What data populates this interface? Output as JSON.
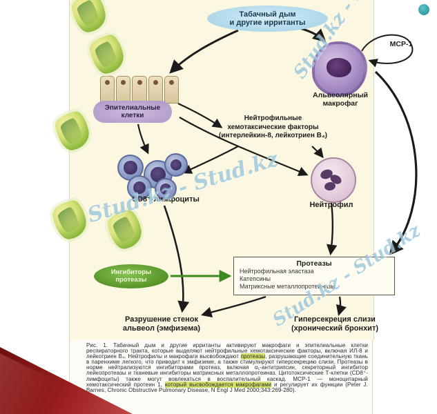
{
  "watermark": {
    "text": "Stud.kz - Stud.kz",
    "color": "#7db4d2"
  },
  "colors": {
    "diagram_background": "#fbf7e1",
    "irritants_blue": "#aed8ea",
    "epithelial_purple": "#b49ecb",
    "inhibitors_green": "#539126",
    "highlight_green": "#d3e06a",
    "ribbon_red": "#9c1f1f"
  },
  "diagram": {
    "irritants": [
      "Табачный дым",
      "и другие ирританты"
    ],
    "mcp1": "МСР-1",
    "macrophage": [
      "Альвеолярный",
      "макрофаг"
    ],
    "epithelial": [
      "Эпителиальные",
      "клетки"
    ],
    "factors": [
      "Нейтрофильные",
      "хемотаксические факторы",
      "(интерлейкин-8, лейкотриен В₄)"
    ],
    "cd8": "CD8⁺-лимфоциты",
    "neutrophil": "Нейтрофил",
    "inhibitors": [
      "Ингибиторы",
      "протеазы"
    ],
    "proteases_title": "Протеазы",
    "proteases_items": [
      "Нейтрофильная эластаза",
      "Катепсины",
      "Матриксные металлопротеиназы"
    ],
    "outcome_emphysema": [
      "Разрушение стенок",
      "альвеол (эмфизема)"
    ],
    "outcome_mucus": [
      "Гиперсекреция слизи",
      "(хронический бронхит)"
    ]
  },
  "caption": {
    "segments": [
      {
        "text": "Рис. 1. Табачный дым и другие ирританты активируют макрофаги и эпителиальные клетки респираторного тракта, которые выделяют нейтрофильные хемотаксические факторы, включая ИЛ-8 и лейкотриен В₄. Нейтрофилы и макрофаги высвобождают ",
        "highlight": false
      },
      {
        "text": "протеазы",
        "highlight": true
      },
      {
        "text": ", разрушающие соединительную ткань в паренхиме легкого, что приводит к эмфиземе, а также стимулируют гиперсекрецию слизи. Протеазы в норме нейтрализуются ингибиторами протеаз, включая α₁-антитрипсин, секреторный ингибитор лейкопротеазы и тканевые ингибиторы матриксных металлопротеиназ. Цитотоксические Т-клетки (CD8⁺-лимфоциты) также могут вовлекаться в воспалительный каскад. МСР-1 — моноцитарный хемотаксический протеин 1, ",
        "highlight": false
      },
      {
        "text": "который высвобождается макрофагами",
        "highlight": true
      },
      {
        "text": " и регулирует их функции (Peter J. Barnes, Chronic Obstructive Pulmonary Disease, N Engl J Med 2000;343:269-280).",
        "highlight": false
      }
    ]
  }
}
